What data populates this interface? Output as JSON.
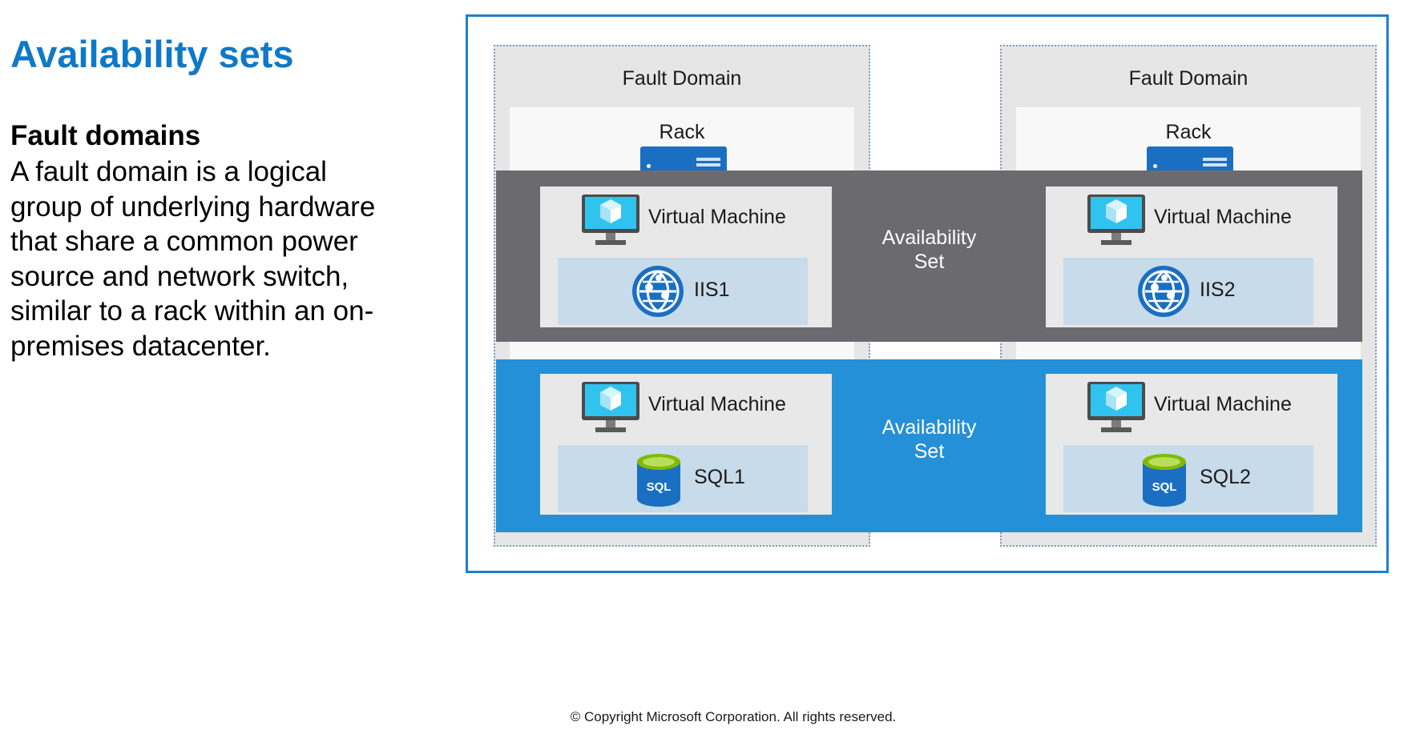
{
  "slide": {
    "title": "Availability sets",
    "heading": "Fault domains",
    "body": "A fault domain is a logical group of underlying hardware that share a common power source and network switch, similar to a rack within an on-premises datacenter."
  },
  "diagram": {
    "fault_domain_label": "Fault Domain",
    "rack_label": "Rack",
    "availability_set_label": "Availability Set",
    "vm_label": "Virtual Machine",
    "workloads": {
      "iis1": "IIS1",
      "iis2": "IIS2",
      "sql1": "SQL1",
      "sql2": "SQL2"
    },
    "db_icon_text": "SQL",
    "colors": {
      "title": "#0f78c8",
      "frame": "#1f7fd0",
      "fault_domain_bg": "#e6e6e6",
      "web_availability_set": "#6b6b6f",
      "data_availability_set": "#2490d7",
      "workload_bg": "#c7dbea",
      "icon_blue": "#1b6fc2"
    },
    "icons": [
      "server-icon",
      "virtual-machine-icon",
      "web-app-icon",
      "sql-database-icon"
    ]
  },
  "footer": {
    "copyright": "© Copyright Microsoft Corporation. All rights reserved."
  }
}
